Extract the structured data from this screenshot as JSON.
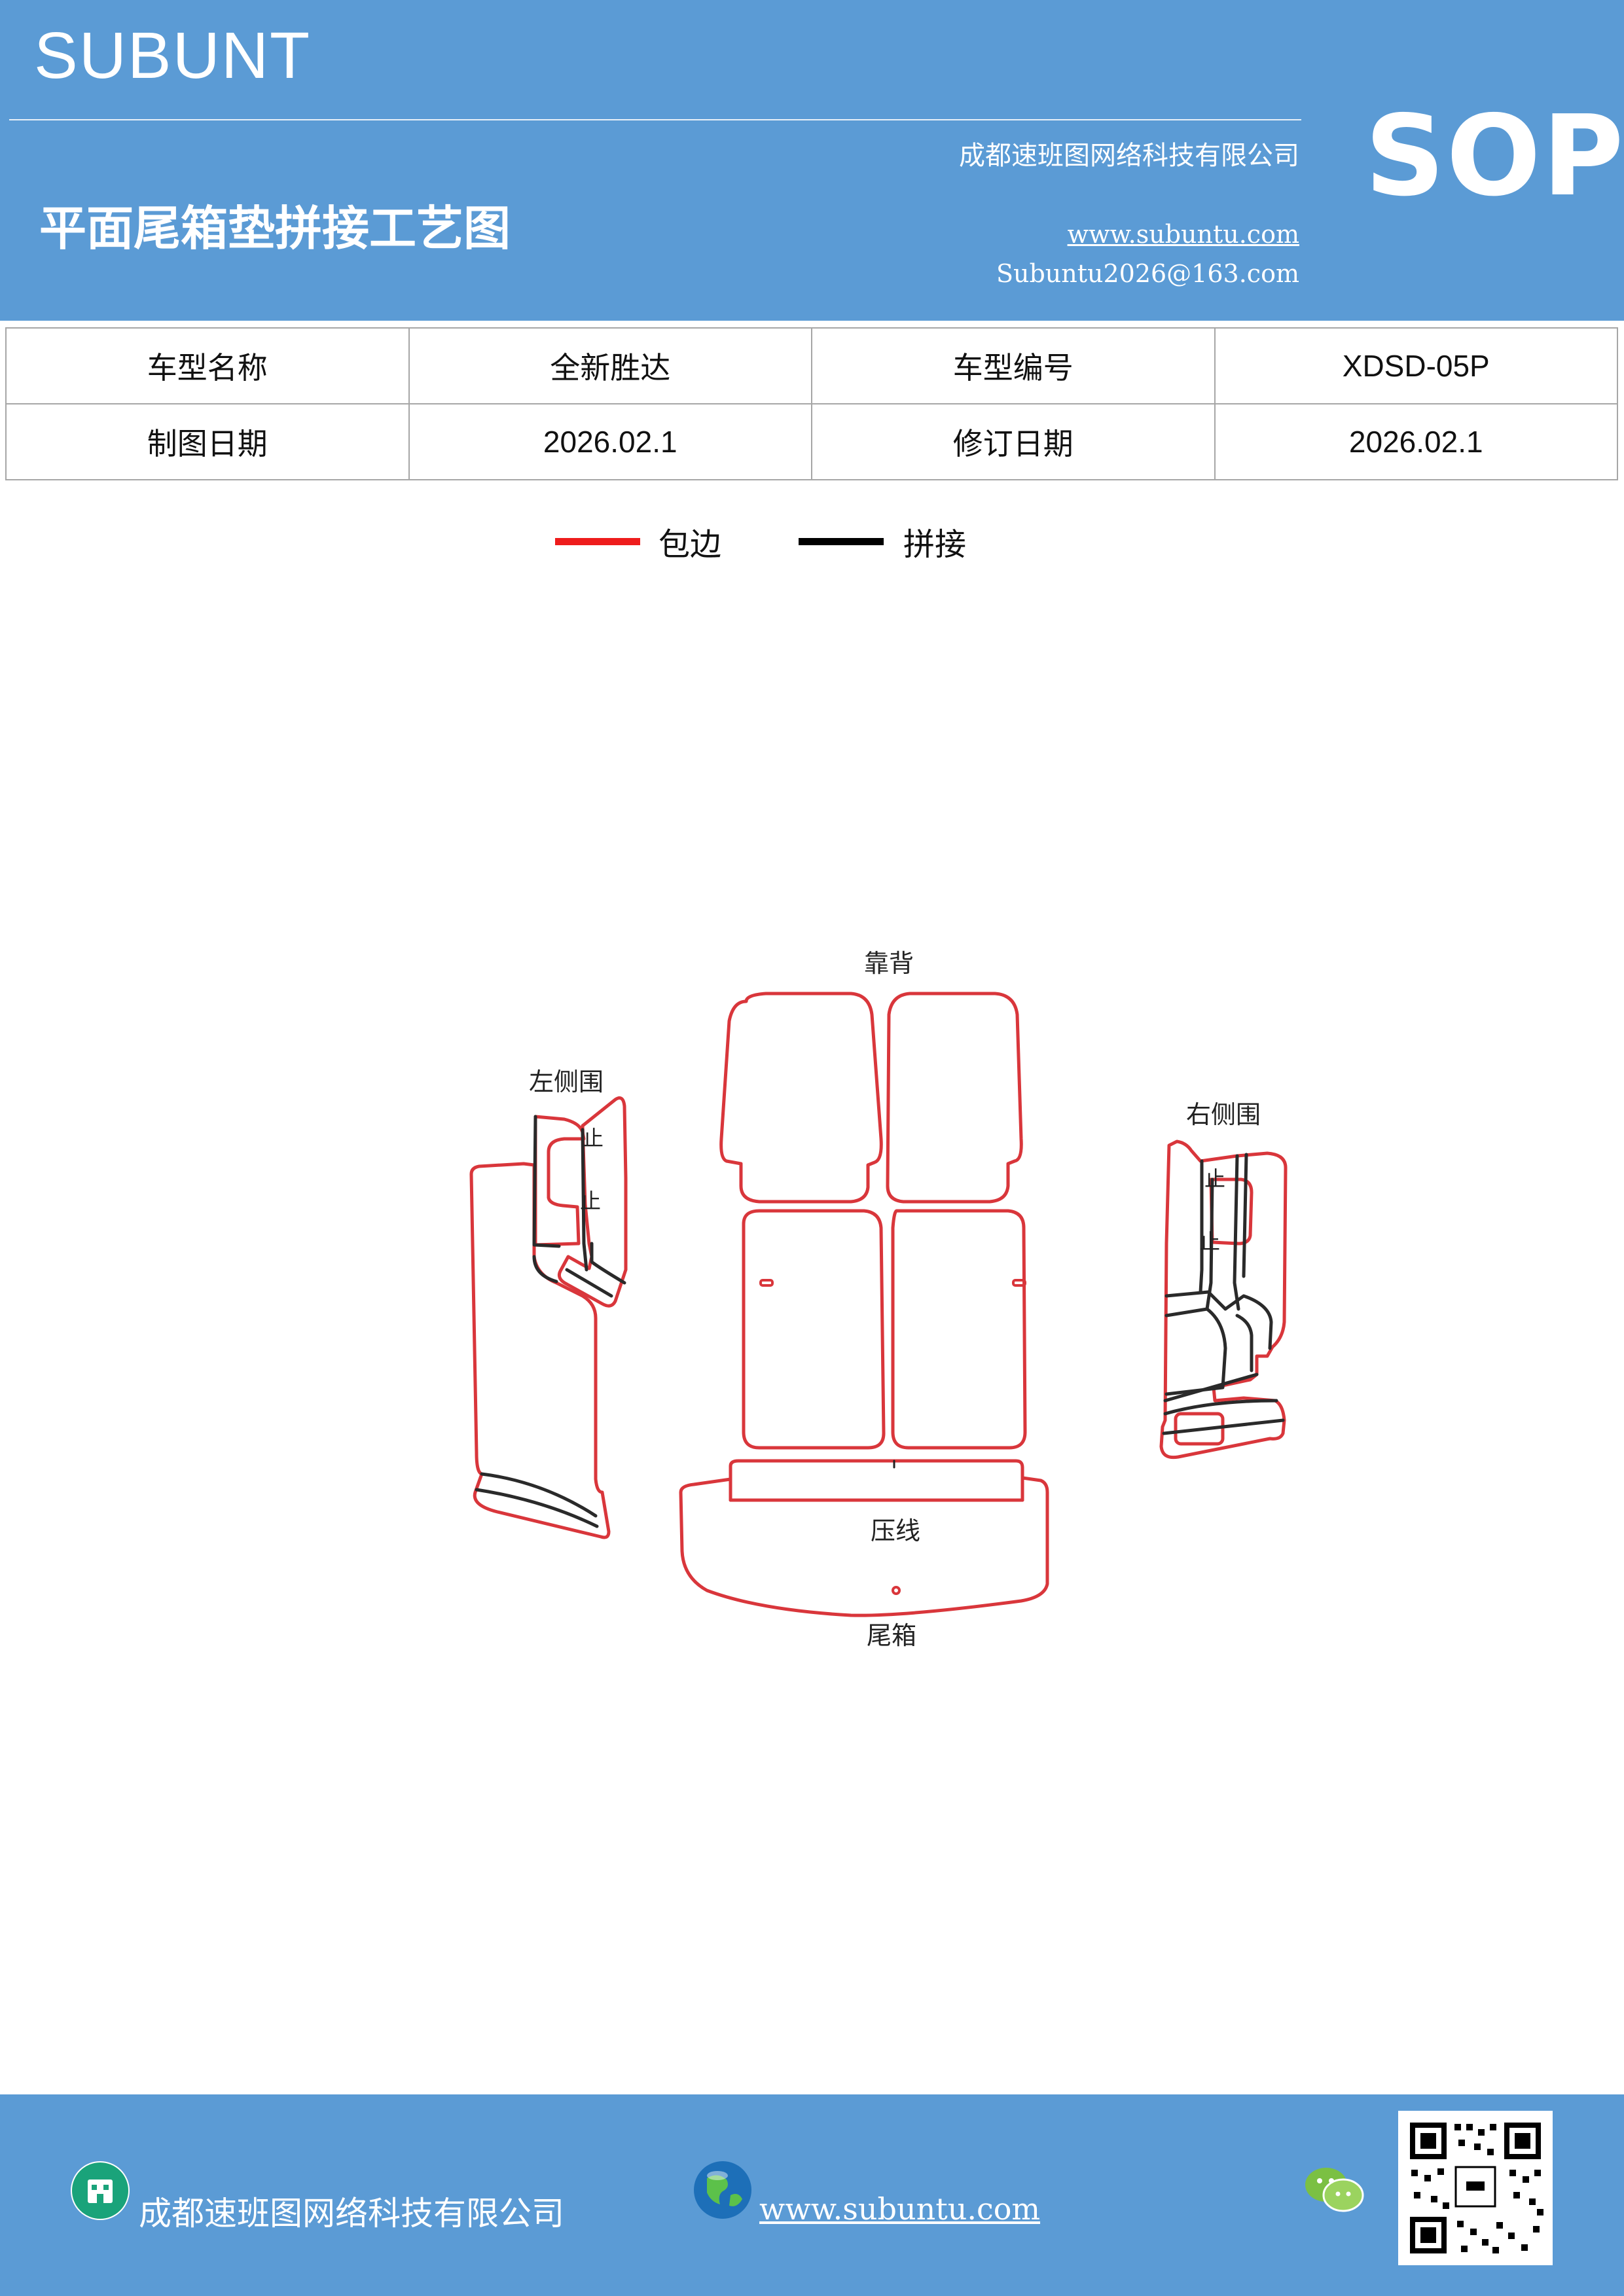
{
  "header": {
    "brand": "SUBUNT",
    "badge": "SOP",
    "title": "平面尾箱垫拼接工艺图",
    "company": "成都速班图网络科技有限公司",
    "website": "www.subuntu.com",
    "email": "Subuntu2026@163.com"
  },
  "info_table": {
    "rows": [
      {
        "label1": "车型名称",
        "value1": "全新胜达",
        "label2": "车型编号",
        "value2": "XDSD-05P"
      },
      {
        "label1": "制图日期",
        "value1": "2026.02.1",
        "label2": "修订日期",
        "value2": "2026.02.1"
      }
    ]
  },
  "legend": [
    {
      "label": "包边",
      "color": "#ee1c1c"
    },
    {
      "label": "拼接",
      "color": "#000000"
    }
  ],
  "diagram": {
    "labels": {
      "backrest": "靠背",
      "left_side": "左侧围",
      "right_side": "右侧围",
      "crease": "压线",
      "trunk": "尾箱",
      "mark": "止"
    },
    "colors": {
      "edge": "#d9363b",
      "seam": "#2a2a2a"
    }
  },
  "footer": {
    "company": "成都速班图网络科技有限公司",
    "website": "www.subuntu.com"
  }
}
